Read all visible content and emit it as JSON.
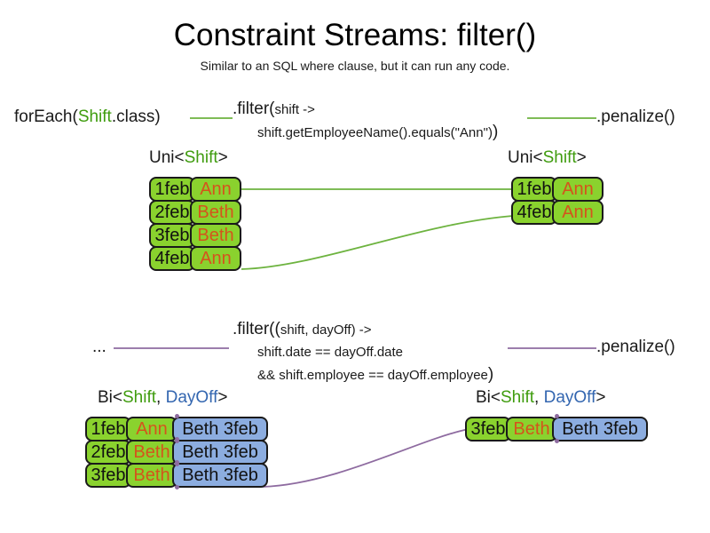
{
  "slide": {
    "title": "Constraint Streams: filter()",
    "subtitle": "Similar to an SQL where clause, but it can run any code."
  },
  "colors": {
    "accent_green": "#8ad22e",
    "accent_blue": "#8cade0",
    "text_green": "#3f9c0e",
    "text_blue": "#3366b0",
    "text_orange": "#d4541c",
    "wire_green": "#6db33f",
    "wire_purple": "#8e6ba0",
    "outline": "#1a1a1a",
    "background": "#ffffff"
  },
  "uni_pipeline": {
    "source_prefix": "forEach(",
    "source_type": "Shift",
    "source_suffix": ".class)",
    "filter_head": ".filter(",
    "filter_param": "shift",
    "filter_arrow": " ->",
    "filter_body_var": "shift",
    "filter_body_rest": ".getEmployeeName().equals(\"Ann\")",
    "filter_close": ")",
    "terminal": ".penalize()",
    "input_caption_prefix": "Uni<",
    "input_caption_type": "Shift",
    "input_caption_suffix": ">",
    "output_caption_prefix": "Uni<",
    "output_caption_type": "Shift",
    "output_caption_suffix": ">",
    "input_rows": [
      {
        "date": "1feb",
        "name": "Ann"
      },
      {
        "date": "2feb",
        "name": "Beth"
      },
      {
        "date": "3feb",
        "name": "Beth"
      },
      {
        "date": "4feb",
        "name": "Ann"
      }
    ],
    "output_rows": [
      {
        "date": "1feb",
        "name": "Ann"
      },
      {
        "date": "4feb",
        "name": "Ann"
      }
    ]
  },
  "bi_pipeline": {
    "source_label": "...",
    "filter_head": ".filter((",
    "filter_param_a": "shift",
    "filter_param_comma": ", ",
    "filter_param_b": "dayOff",
    "filter_arrow": ") ->",
    "line2_var_a": "shift",
    "line2_mid": ".date == ",
    "line2_var_b": "dayOff",
    "line2_end": ".date",
    "line3_prefix": "&& ",
    "line3_var_a": "shift",
    "line3_mid": ".employee == ",
    "line3_var_b": "dayOff",
    "line3_end": ".employee",
    "filter_close": ")",
    "terminal": ".penalize()",
    "input_caption_prefix": "Bi<",
    "input_caption_type_a": "Shift",
    "input_caption_comma": ", ",
    "input_caption_type_b": "DayOff",
    "input_caption_suffix": ">",
    "output_caption_prefix": "Bi<",
    "output_caption_type_a": "Shift",
    "output_caption_comma": ", ",
    "output_caption_type_b": "DayOff",
    "output_caption_suffix": ">",
    "input_rows": [
      {
        "date": "1feb",
        "name": "Ann",
        "pair": "Beth 3feb"
      },
      {
        "date": "2feb",
        "name": "Beth",
        "pair": "Beth 3feb"
      },
      {
        "date": "3feb",
        "name": "Beth",
        "pair": "Beth 3feb"
      }
    ],
    "output_rows": [
      {
        "date": "3feb",
        "name": "Beth",
        "pair": "Beth 3feb"
      }
    ]
  }
}
